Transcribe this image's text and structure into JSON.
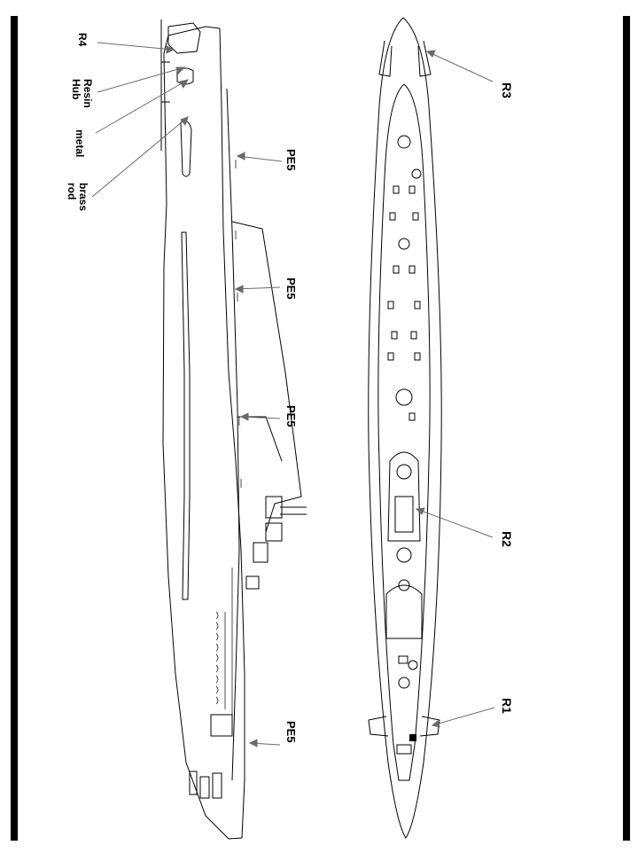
{
  "labels": {
    "r4": "R4",
    "resin": "Resin",
    "hub": "Hub",
    "metal": "metal",
    "brass": "brass",
    "rod": "rod",
    "pe5_a": "PE5",
    "pe5_b": "PE5",
    "pe5_c": "PE5",
    "pe5_d": "PE5",
    "r3": "R3",
    "r2": "R2",
    "r1": "R1"
  },
  "colors": {
    "line": "#000000",
    "leader": "#6a6a6a",
    "frame": "#000000"
  }
}
